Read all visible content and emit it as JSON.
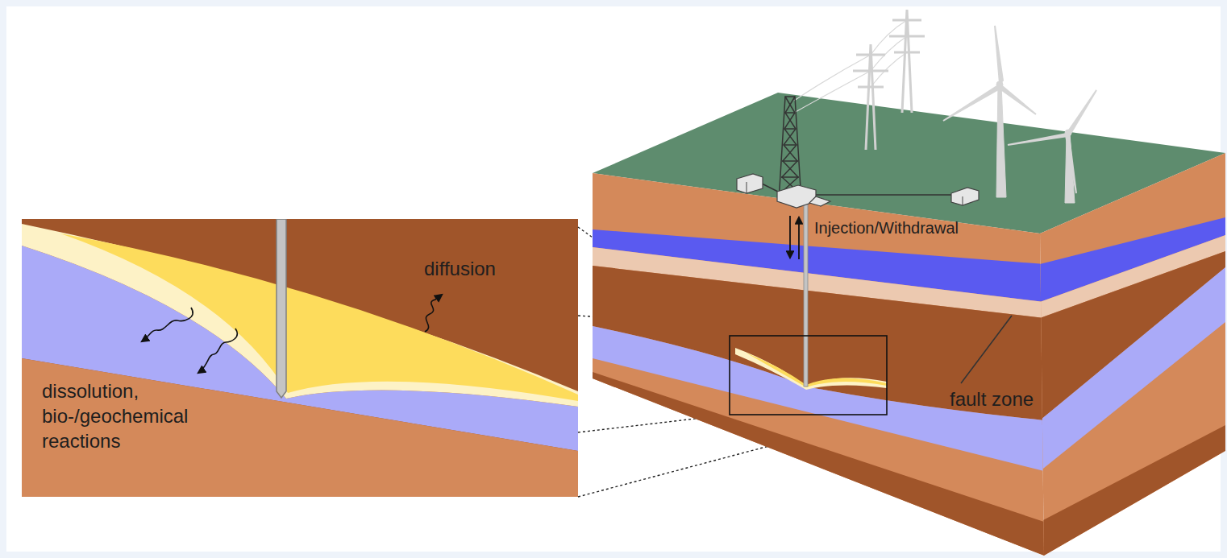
{
  "diagram": {
    "labels": [
      "diffusion",
      "dissolution, bio-/geochemical reactions",
      "Injection/Withdrawal",
      "fault zone"
    ]
  }
}
